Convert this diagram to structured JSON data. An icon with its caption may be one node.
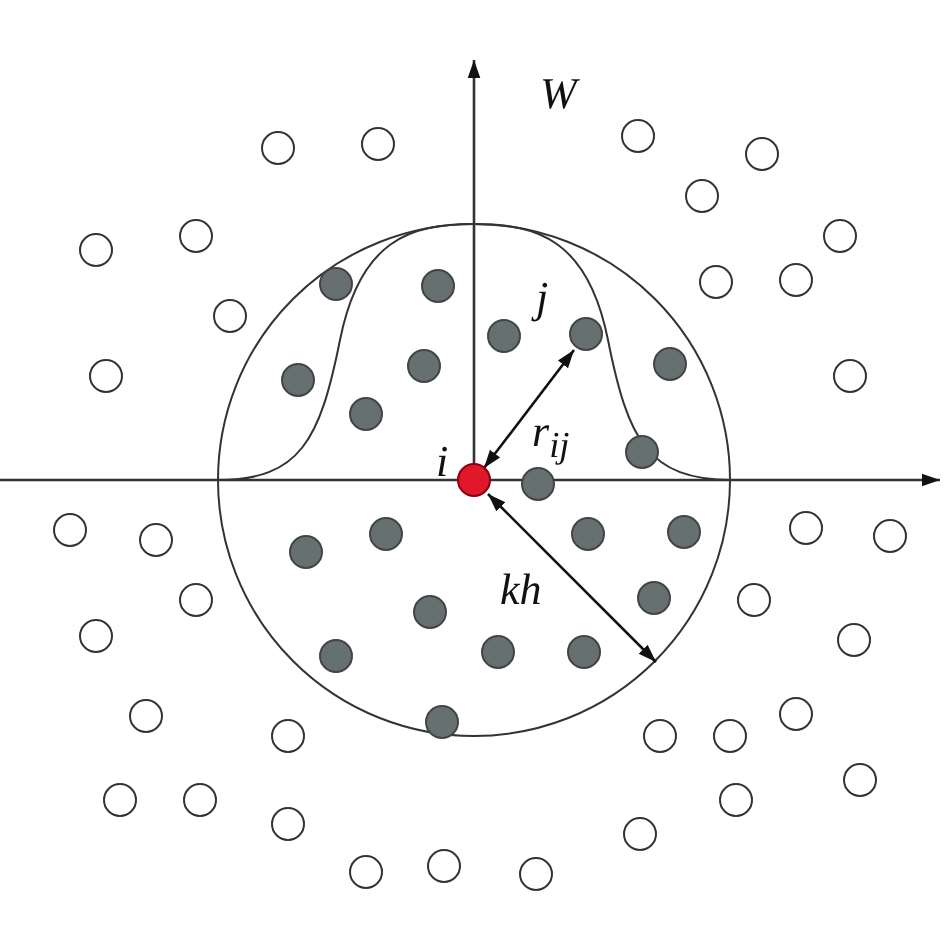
{
  "diagram": {
    "labels": [
      "W",
      "j",
      "r$_{ij}$",
      "i",
      "kh"
    ]
  }
}
